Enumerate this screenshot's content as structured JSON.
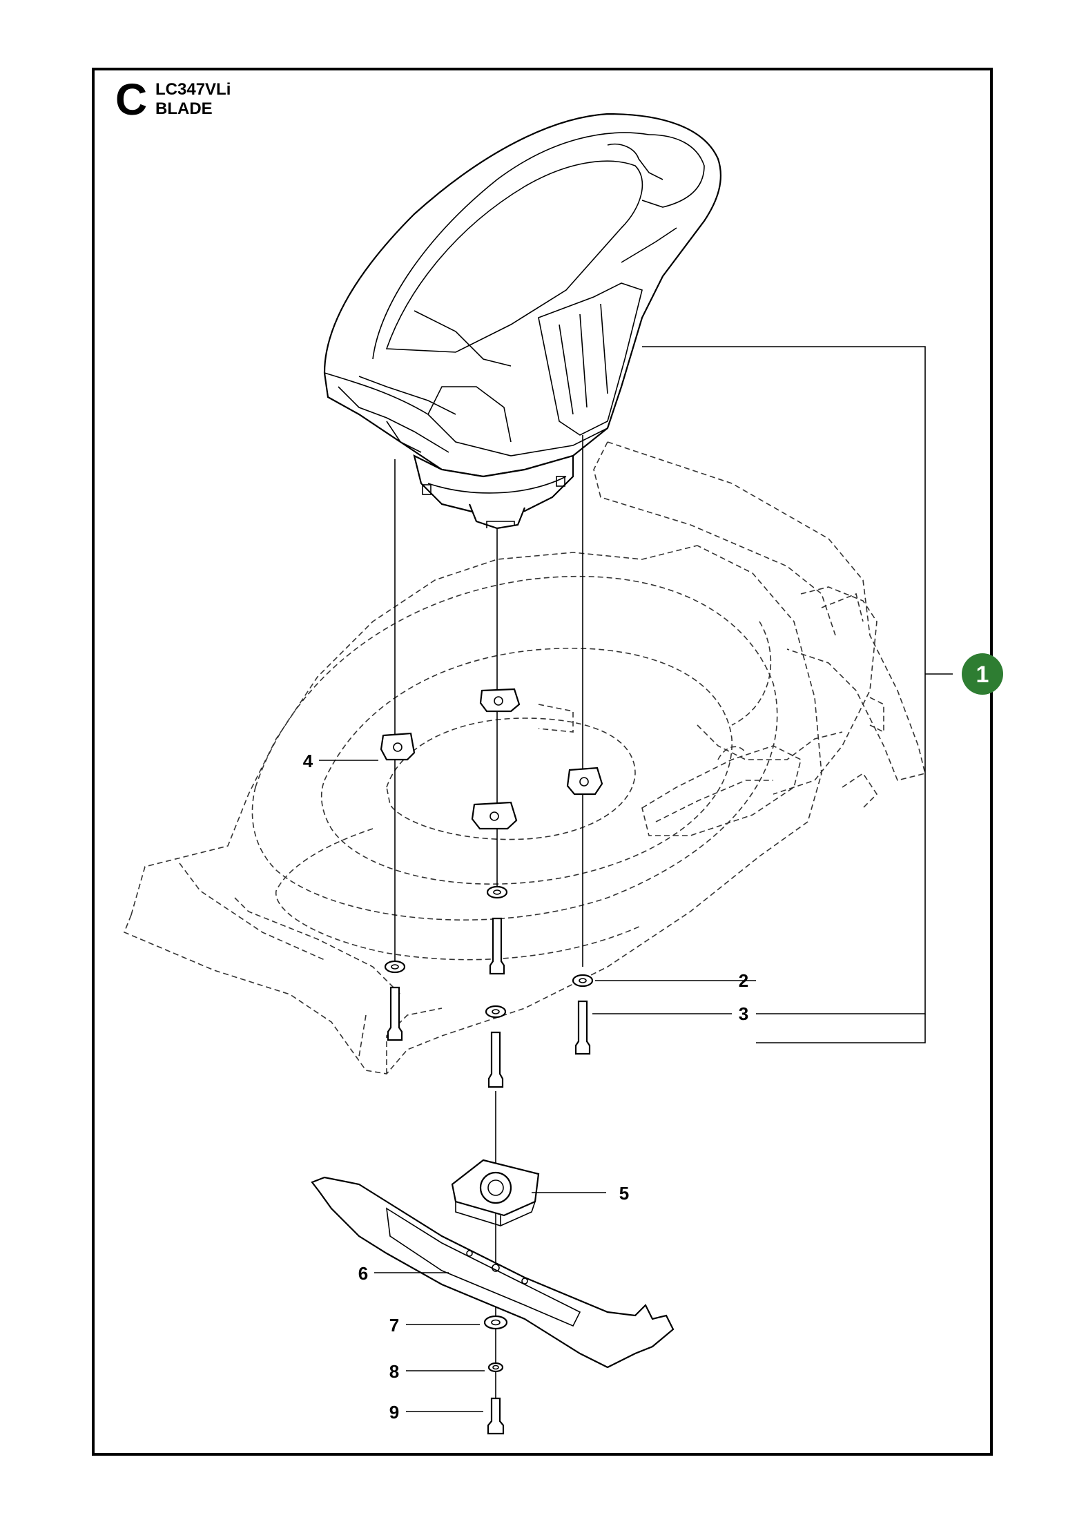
{
  "header": {
    "section": "C",
    "model": "LC347VLi",
    "subtitle": "BLADE"
  },
  "callouts": [
    {
      "id": "1",
      "label": "1"
    },
    {
      "id": "2",
      "label": "2"
    },
    {
      "id": "3",
      "label": "3"
    },
    {
      "id": "4",
      "label": "4"
    },
    {
      "id": "5",
      "label": "5"
    },
    {
      "id": "6",
      "label": "6"
    },
    {
      "id": "7",
      "label": "7"
    },
    {
      "id": "8",
      "label": "8"
    },
    {
      "id": "9",
      "label": "9"
    }
  ],
  "colors": {
    "callout_badge": "#2e7d32",
    "line": "#000000"
  }
}
